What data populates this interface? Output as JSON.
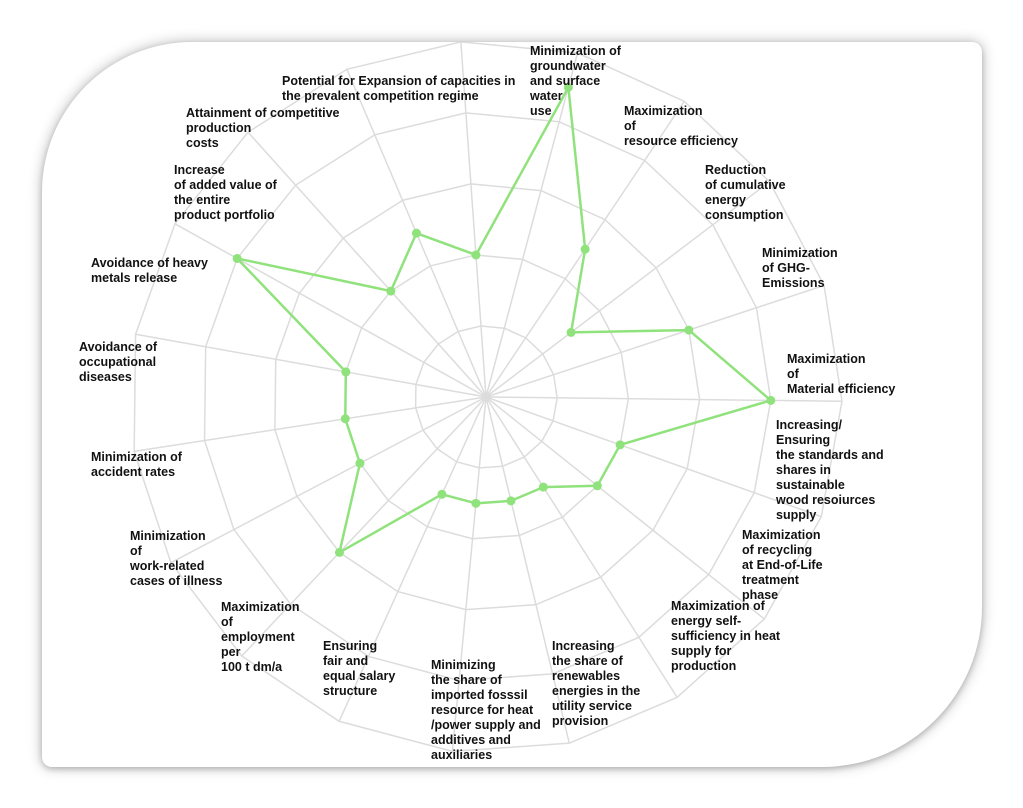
{
  "chart_data": {
    "type": "radar",
    "line_color": "#90e27c",
    "grid_color": "#dcdcdc",
    "rmax": 5,
    "rings": 5,
    "categories": [
      "Minimization of\ngroundwater\nand surface\nwater\nuse",
      "Maximization\nof\nresource efficiency",
      "Reduction\nof cumulative\nenergy\nconsumption",
      "Minimization\nof GHG-\nEmissions",
      "Maximization\nof\nMaterial efficiency",
      "Increasing/\nEnsuring\nthe standards and\nshares in\nsustainable\nwood resoiurces\nsupply",
      "Maximization\nof recycling\nat End-of-Life\ntreatment\nphase",
      "Maximization of\nenergy self-\nsufficiency in heat\nsupply for\nproduction",
      "Increasing\nthe share of\nrenewables\nenergies in the\nutility service\nprovision",
      "Minimizing\nthe share of\nimported fosssil\nresource for heat\n/power supply and\nadditives and\nauxiliaries",
      "Ensuring\nfair and\nequal salary\nstructure",
      "Maximization\nof\nemployment\nper\n100 t dm/a",
      "Minimization\nof\n work-related\ncases of illness",
      "Minimization of\naccident rates",
      "Avoidance of\noccupational\ndiseases",
      "Avoidance of heavy\nmetals release",
      "Increase\nof added value of\nthe entire\nproduct portfolio",
      "Attainment of competitive\nproduction\ncosts",
      "Potential for Expansion of capacities in\nthe prevalent competition regime"
    ],
    "values": [
      4.5,
      2.5,
      1.5,
      3.0,
      4.0,
      2.0,
      2.0,
      1.5,
      1.5,
      1.5,
      1.5,
      3.0,
      2.0,
      2.0,
      2.0,
      4.0,
      2.0,
      2.5,
      2.0
    ]
  }
}
